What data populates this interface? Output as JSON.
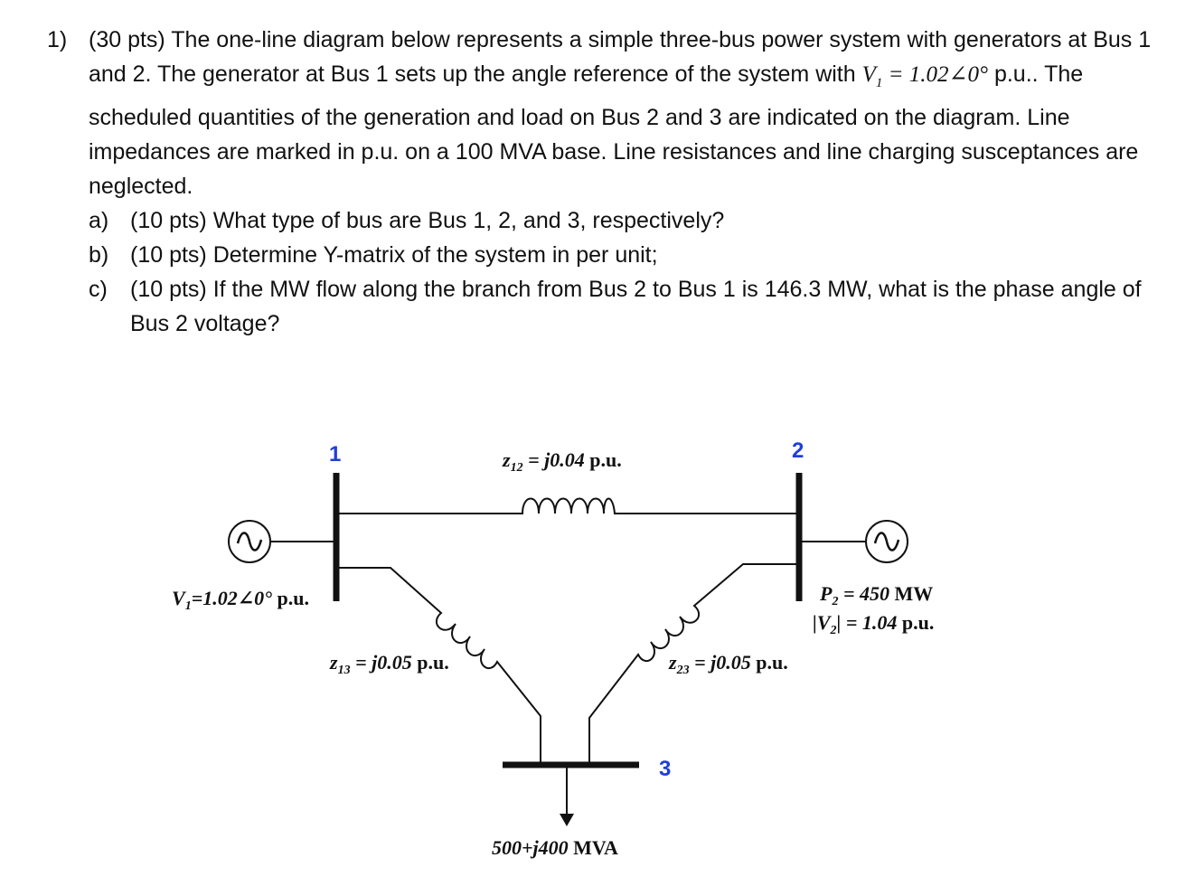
{
  "problem": {
    "number": "1)",
    "points": "(30 pts)",
    "text_before_v1": "The one-line diagram below represents a simple three-bus power system with generators at Bus 1 and 2. The generator at Bus 1 sets up the angle reference of the system with",
    "v1_symbol": "V",
    "v1_sub": "1",
    "v1_value": " = 1.02∠0°",
    "text_after_v1": "p.u.. The scheduled quantities of the generation and load on Bus 2 and 3 are indicated on the diagram.  Line impedances are marked in p.u. on a 100 MVA base. Line resistances and line charging susceptances are neglected.",
    "parts": [
      {
        "letter": "a)",
        "text": "(10 pts) What type of bus are Bus 1, 2, and 3, respectively?"
      },
      {
        "letter": "b)",
        "text": "(10 pts) Determine Y-matrix of the system in per unit;"
      },
      {
        "letter": "c)",
        "text": "(10 pts) If the MW flow along the branch from Bus 2 to Bus 1 is 146.3 MW, what is the phase angle of Bus 2 voltage?"
      }
    ]
  },
  "diagram": {
    "bus1": "1",
    "bus2": "2",
    "bus3": "3",
    "z12": {
      "sym": "z",
      "sub": "12",
      "val": " = j0.04",
      "unit": " p.u."
    },
    "z13": {
      "sym": "z",
      "sub": "13",
      "val": " = j0.05",
      "unit": " p.u."
    },
    "z23": {
      "sym": "z",
      "sub": "23",
      "val": " = j0.05",
      "unit": " p.u."
    },
    "v1": {
      "sym": "V",
      "sub": "1",
      "val": "=1.02∠0°",
      "unit": " p.u."
    },
    "p2": {
      "sym": "P",
      "sub": "2",
      "val": " = 450",
      "unit": " MW"
    },
    "v2": {
      "pre": "|V",
      "sub": "2",
      "post": "| = 1.04",
      "unit": " p.u."
    },
    "load": {
      "val": "500+j400",
      "unit": " MVA"
    },
    "colors": {
      "bus_label": "#1f3fd6",
      "line": "#111111"
    }
  }
}
